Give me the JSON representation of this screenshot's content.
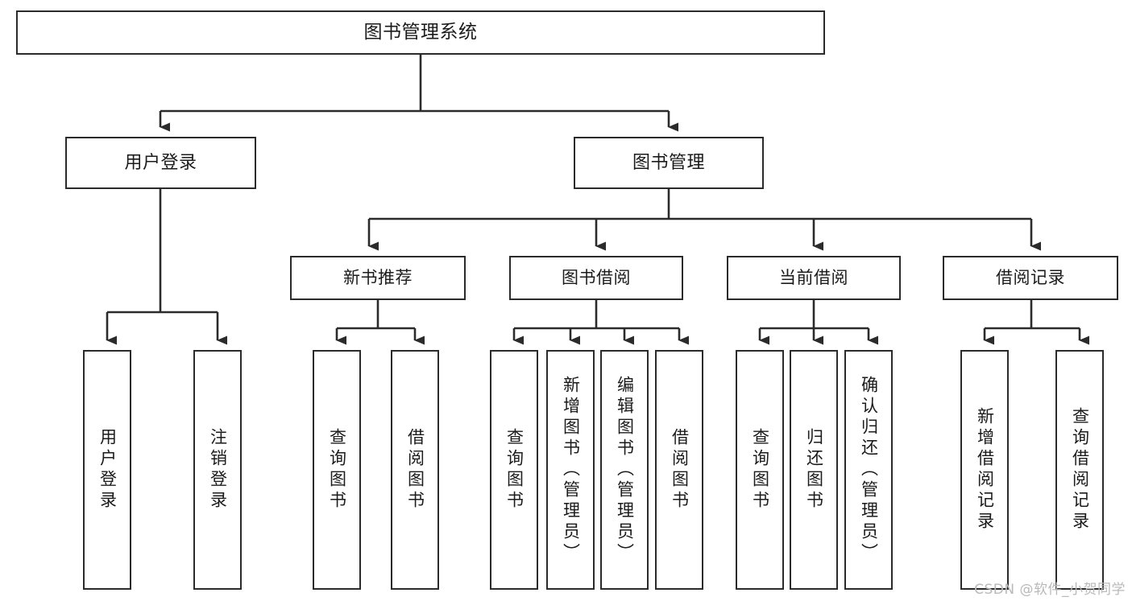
{
  "diagram": {
    "title": "图书管理系统",
    "type": "tree-hierarchy",
    "orientation": "top-down",
    "colors": {
      "box_border": "#2b2b2b",
      "box_fill": "#ffffff",
      "edge": "#2b2b2b",
      "text": "#1b1b1b",
      "watermark": "#b9b9b9",
      "background": "#ffffff"
    },
    "root": {
      "id": "root",
      "label": "图书管理系统"
    },
    "level2": [
      {
        "id": "user-login",
        "label": "用户登录"
      },
      {
        "id": "book-manage",
        "label": "图书管理"
      }
    ],
    "level3": [
      {
        "id": "new-book-recommend",
        "label": "新书推荐"
      },
      {
        "id": "book-borrow",
        "label": "图书借阅"
      },
      {
        "id": "current-borrow",
        "label": "当前借阅"
      },
      {
        "id": "borrow-record",
        "label": "借阅记录"
      }
    ],
    "leaves": {
      "user_login": [
        {
          "id": "leaf-user-login",
          "label": "用户登录"
        },
        {
          "id": "leaf-user-logout",
          "label": "注销登录"
        }
      ],
      "new_book_recommend": [
        {
          "id": "leaf-query-book-1",
          "label": "查询图书"
        },
        {
          "id": "leaf-borrow-book-1",
          "label": "借阅图书"
        }
      ],
      "book_borrow": [
        {
          "id": "leaf-query-book-2",
          "label": "查询图书"
        },
        {
          "id": "leaf-add-book-admin",
          "label": "新增图书（管理员）"
        },
        {
          "id": "leaf-edit-book-admin",
          "label": "编辑图书（管理员）"
        },
        {
          "id": "leaf-borrow-book-2",
          "label": "借阅图书"
        }
      ],
      "current_borrow": [
        {
          "id": "leaf-query-book-3",
          "label": "查询图书"
        },
        {
          "id": "leaf-return-book",
          "label": "归还图书"
        },
        {
          "id": "leaf-confirm-return-admin",
          "label": "确认归还（管理员）"
        }
      ],
      "borrow_record": [
        {
          "id": "leaf-add-borrow-record",
          "label": "新增借阅记录"
        },
        {
          "id": "leaf-query-borrow-record",
          "label": "查询借阅记录"
        }
      ]
    }
  },
  "watermark": {
    "text": "CSDN @软件_小贺同学"
  }
}
